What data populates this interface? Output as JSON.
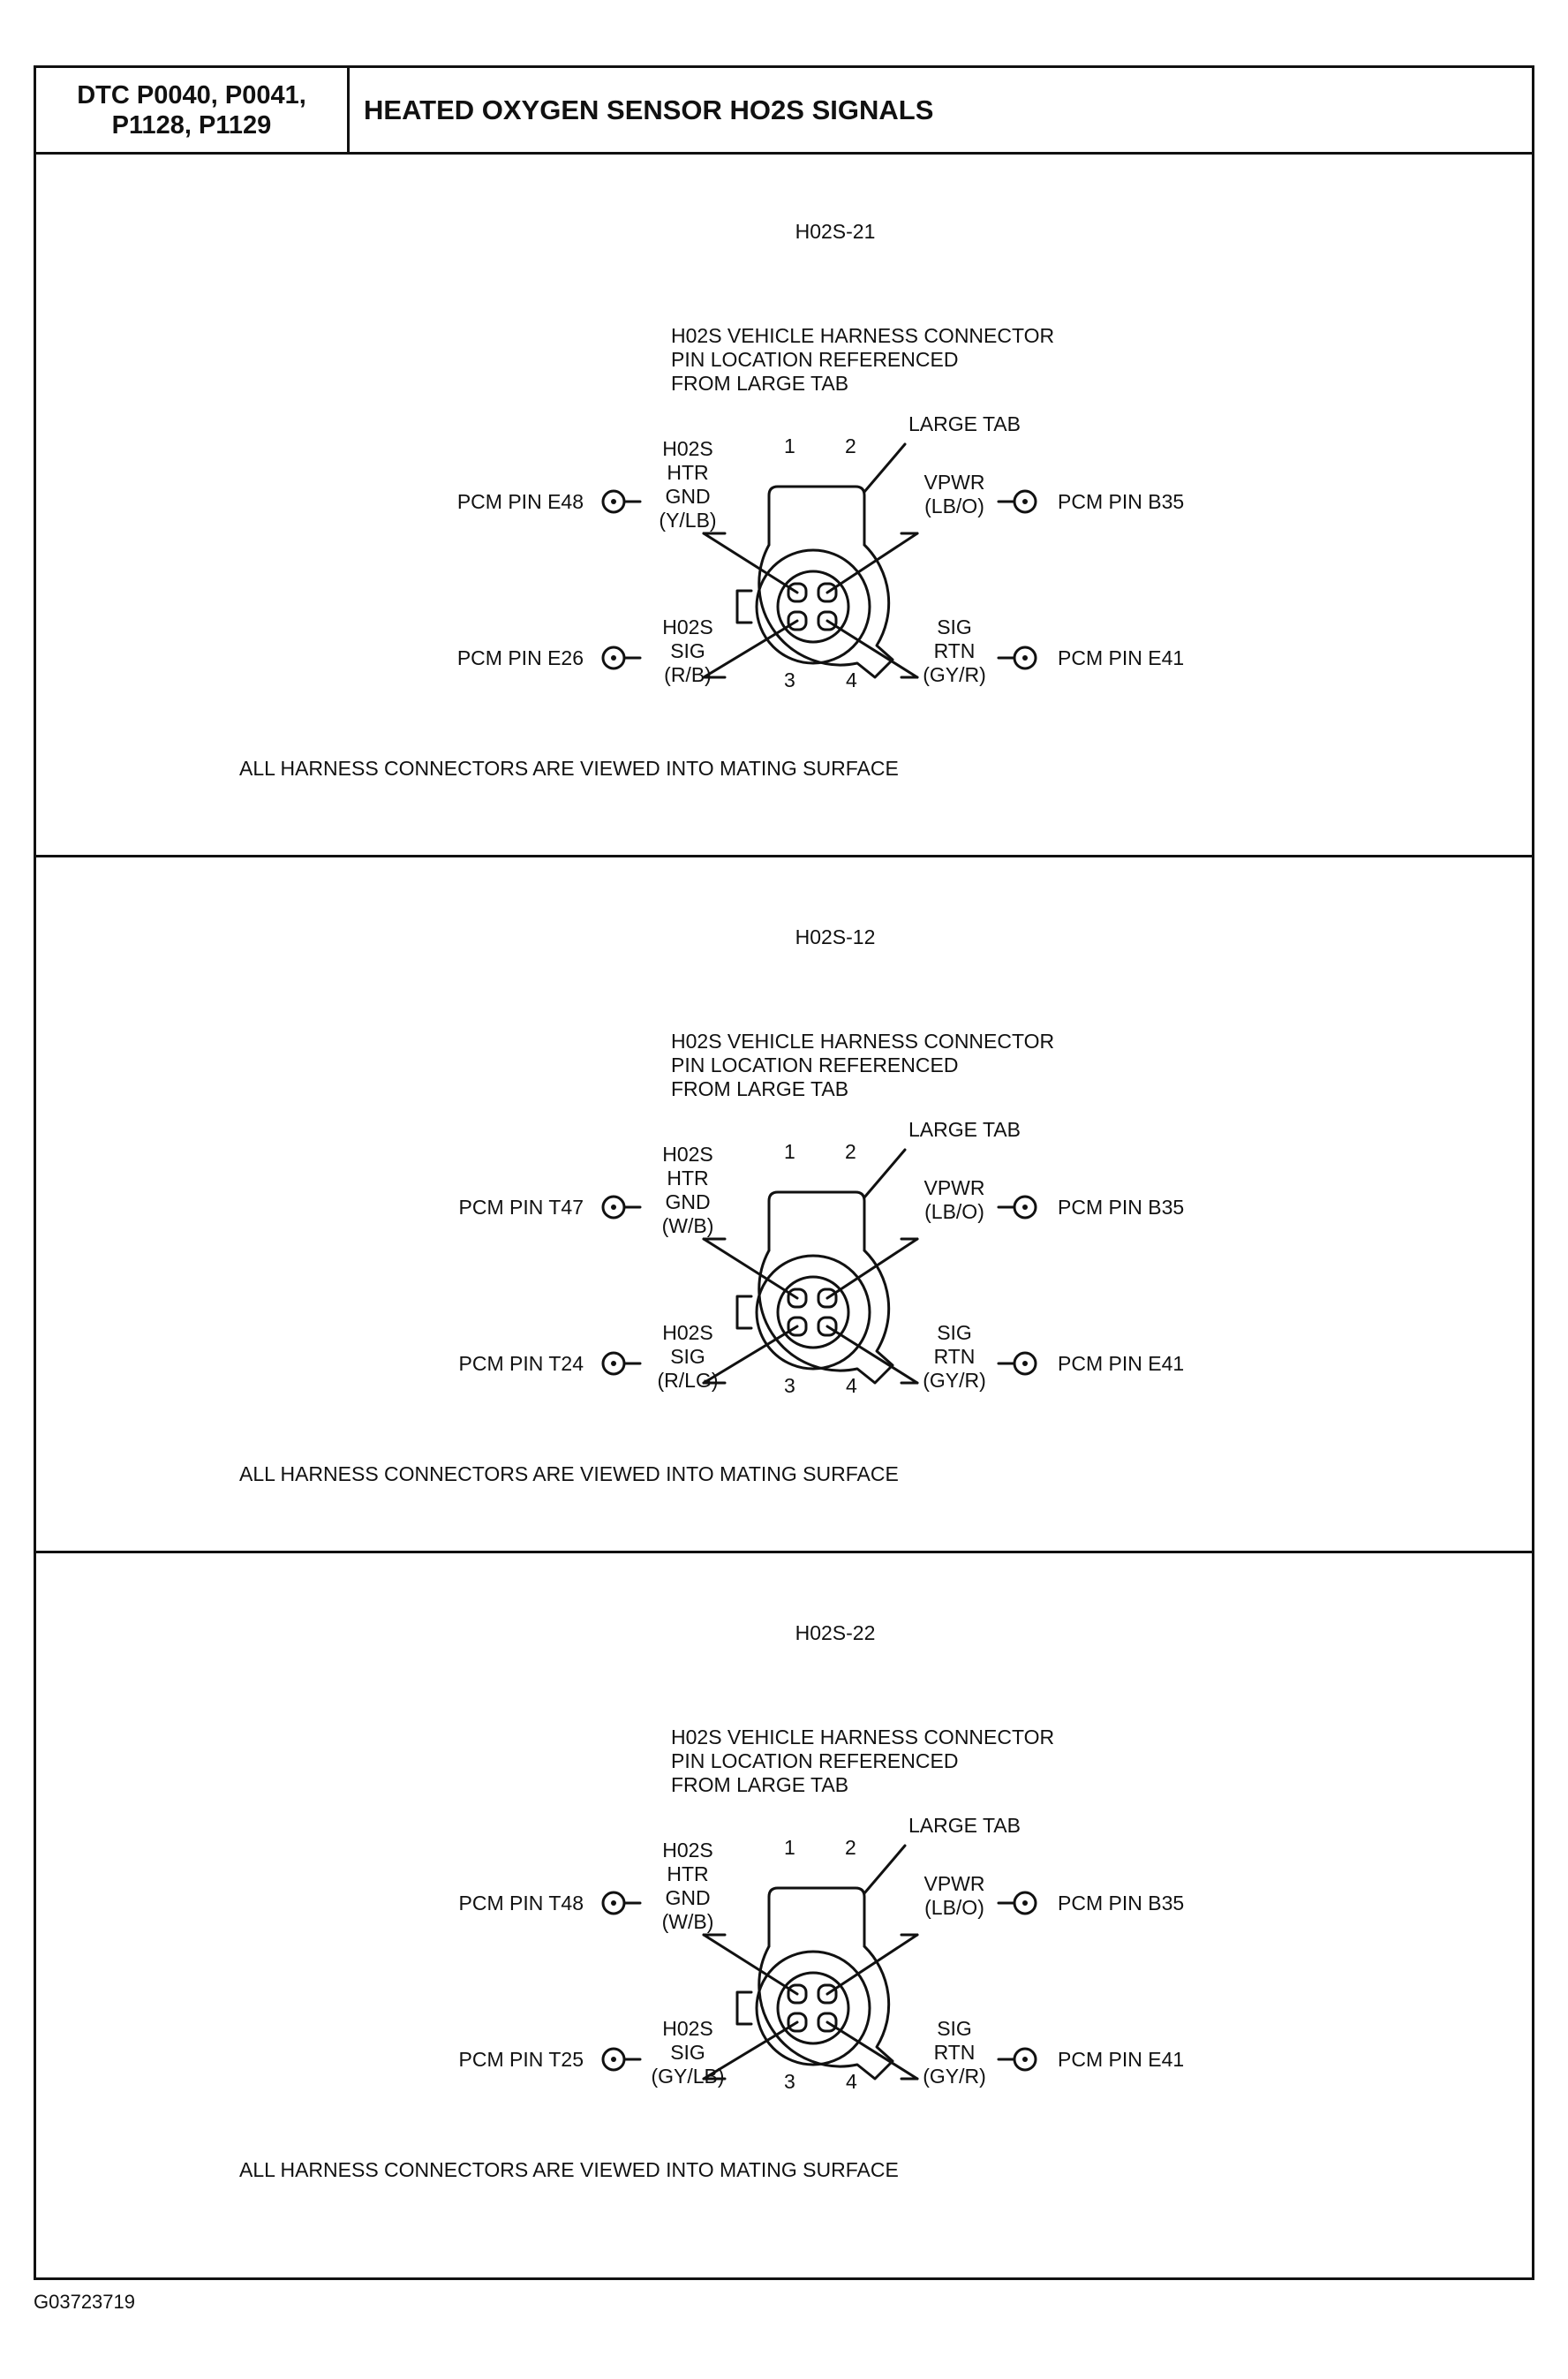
{
  "header": {
    "dtc_codes": "DTC P0040, P0041,\nP1128, P1129",
    "title": "HEATED OXYGEN SENSOR HO2S SIGNALS"
  },
  "panels": [
    {
      "sensor_name": "H02S-21",
      "connector_caption": "H02S VEHICLE HARNESS CONNECTOR\nPIN LOCATION REFERENCED\nFROM LARGE TAB",
      "large_tab": "LARGE TAB",
      "pin_numbers": [
        "1",
        "2",
        "3",
        "4"
      ],
      "pins": {
        "htr_gnd": {
          "pcm_pin": "PCM PIN E48",
          "circuit": "H02S\nHTR\nGND\n(Y/LB)"
        },
        "vpwr": {
          "pcm_pin": "PCM PIN B35",
          "circuit": "VPWR\n(LB/O)"
        },
        "sig": {
          "pcm_pin": "PCM PIN E26",
          "circuit": "H02S\nSIG\n(R/B)"
        },
        "sig_rtn": {
          "pcm_pin": "PCM PIN E41",
          "circuit": "SIG\nRTN\n(GY/R)"
        }
      },
      "footnote": "ALL HARNESS CONNECTORS ARE VIEWED INTO MATING SURFACE"
    },
    {
      "sensor_name": "H02S-12",
      "connector_caption": "H02S VEHICLE HARNESS CONNECTOR\nPIN LOCATION REFERENCED\nFROM LARGE TAB",
      "large_tab": "LARGE TAB",
      "pin_numbers": [
        "1",
        "2",
        "3",
        "4"
      ],
      "pins": {
        "htr_gnd": {
          "pcm_pin": "PCM PIN T47",
          "circuit": "H02S\nHTR\nGND\n(W/B)"
        },
        "vpwr": {
          "pcm_pin": "PCM PIN B35",
          "circuit": "VPWR\n(LB/O)"
        },
        "sig": {
          "pcm_pin": "PCM PIN T24",
          "circuit": "H02S\nSIG\n(R/LG)"
        },
        "sig_rtn": {
          "pcm_pin": "PCM PIN E41",
          "circuit": "SIG\nRTN\n(GY/R)"
        }
      },
      "footnote": "ALL HARNESS CONNECTORS ARE VIEWED INTO MATING SURFACE"
    },
    {
      "sensor_name": "H02S-22",
      "connector_caption": "H02S VEHICLE HARNESS CONNECTOR\nPIN LOCATION REFERENCED\nFROM LARGE TAB",
      "large_tab": "LARGE TAB",
      "pin_numbers": [
        "1",
        "2",
        "3",
        "4"
      ],
      "pins": {
        "htr_gnd": {
          "pcm_pin": "PCM PIN T48",
          "circuit": "H02S\nHTR\nGND\n(W/B)"
        },
        "vpwr": {
          "pcm_pin": "PCM PIN B35",
          "circuit": "VPWR\n(LB/O)"
        },
        "sig": {
          "pcm_pin": "PCM PIN T25",
          "circuit": "H02S\nSIG\n(GY/LB)"
        },
        "sig_rtn": {
          "pcm_pin": "PCM PIN E41",
          "circuit": "SIG\nRTN\n(GY/R)"
        }
      },
      "footnote": "ALL HARNESS CONNECTORS ARE VIEWED INTO MATING SURFACE"
    }
  ],
  "figure_id": "G03723719"
}
